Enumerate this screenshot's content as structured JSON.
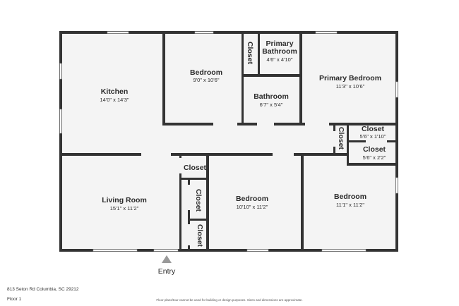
{
  "rooms": {
    "kitchen": {
      "name": "Kitchen",
      "dims": "14'0\" x 14'3\""
    },
    "bedroom_top": {
      "name": "Bedroom",
      "dims": "9'0\" x 10'6\""
    },
    "closet_top": {
      "name": "Closet"
    },
    "primary_bathroom": {
      "name_line1": "Primary",
      "name_line2": "Bathroom",
      "dims": "4'6\" x 4'10\""
    },
    "primary_bedroom": {
      "name": "Primary Bedroom",
      "dims": "11'3\" x 10'6\""
    },
    "bathroom": {
      "name": "Bathroom",
      "dims": "6'7\" x 5'4\""
    },
    "closet_hall": {
      "name": "Closet"
    },
    "closet_right_1": {
      "name": "Closet",
      "dims": "5'6\" x 1'10\""
    },
    "closet_right_2": {
      "name": "Closet",
      "dims": "5'6\" x 2'2\""
    },
    "closet_mid_1": {
      "name": "Closet"
    },
    "closet_mid_2": {
      "name": "Closet"
    },
    "closet_mid_3": {
      "name": "Closet"
    },
    "living_room": {
      "name": "Living Room",
      "dims": "15'1\" x 11'2\""
    },
    "bedroom_mid": {
      "name": "Bedroom",
      "dims": "10'10\" x 11'2\""
    },
    "bedroom_right": {
      "name": "Bedroom",
      "dims": "11'1\" x 11'2\""
    }
  },
  "entry_label": "Entry",
  "address": "813 Seton Rd Columbia, SC 29212",
  "floor_label": "Floor 1",
  "disclaimer": "Floor plans/tour cannot be used for building or design purposes. Sizes and dimensions are approximate.",
  "colors": {
    "wall": "#333333",
    "floor": "#f4f4f4",
    "window": "#ffffff"
  }
}
